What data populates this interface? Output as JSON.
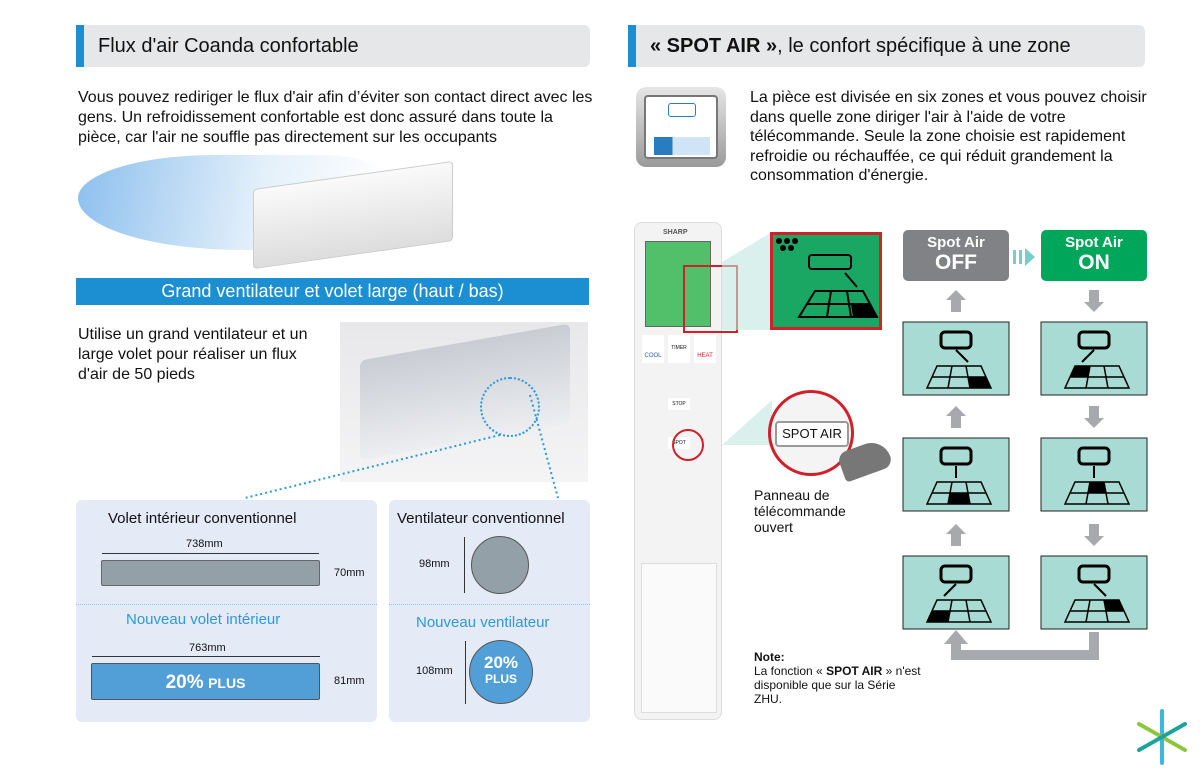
{
  "left": {
    "header": "Flux d'air Coanda confortable",
    "intro": "Vous pouvez rediriger le flux d'air afin d’éviter son contact direct avec les gens. Un refroidissement confortable est donc assuré dans toute la pièce, car l'air ne souffle pas directement sur les occupants",
    "band": "Grand ventilateur et volet large (haut / bas)",
    "fan_text": "Utilise un grand ventilateur et un large volet pour réaliser un flux d'air de 50 pieds",
    "louver": {
      "old_title": "Volet intérieur conventionnel",
      "old_w": "738mm",
      "old_h": "70mm",
      "new_title": "Nouveau volet intérieur",
      "new_w": "763mm",
      "new_h": "81mm",
      "badge_big": "20%",
      "badge_small": "PLUS"
    },
    "fan": {
      "old_title": "Ventilateur conventionnel",
      "old_d": "98mm",
      "new_title": "Nouveau ventilateur",
      "new_d": "108mm",
      "badge_big": "20%",
      "badge_small": "PLUS"
    }
  },
  "right": {
    "header_bold": "« SPOT AIR »",
    "header_rest": ", le confort spécifique à une zone",
    "intro": "La pièce est divisée en six zones et vous pouvez choisir dans quelle zone diriger l'air à l'aide de votre télécommande. Seule la zone choisie est rapidement refroidie ou réchauffée, ce qui réduit grandement la consommation d'énergie.",
    "remote": {
      "brand": "SHARP",
      "cool": "COOL",
      "heat": "HEAT",
      "timer": "TIMER",
      "stop": "STOP",
      "spot": "SPOT",
      "spot_zoom": "SPOT AIR"
    },
    "panel_caption": "Panneau de télécommande ouvert",
    "note_title": "Note:",
    "note_pre": "La fonction « ",
    "note_bold": "SPOT AIR",
    "note_post": " » n'est disponible que sur la Série ZHU.",
    "off_label1": "Spot Air",
    "off_label2": "OFF",
    "on_label1": "Spot Air",
    "on_label2": "ON",
    "colors": {
      "accent": "#1b8fd2",
      "off": "#808285",
      "on": "#00a65a",
      "panel": "#a7dbd3"
    },
    "zones_off": [
      5,
      4,
      3
    ],
    "zones_on": [
      0,
      1,
      2
    ]
  }
}
